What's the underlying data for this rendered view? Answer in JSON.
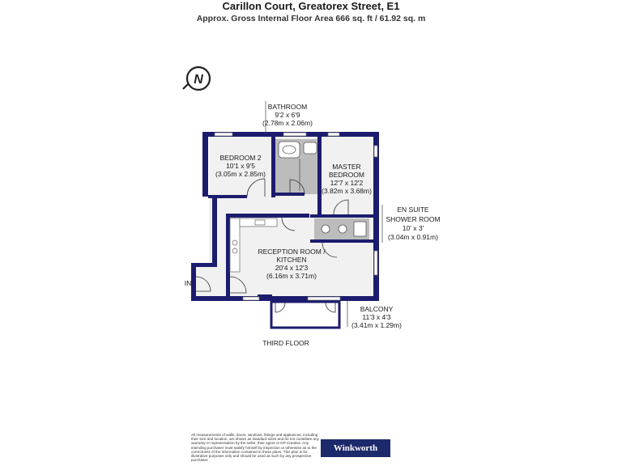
{
  "header": {
    "title": "Carillon Court, Greatorex Street, E1",
    "subtitle": "Approx. Gross Internal Floor Area 666 sq. ft / 61.92 sq. m"
  },
  "compass": {
    "letter": "N"
  },
  "rooms": {
    "bathroom": {
      "name": "BATHROOM",
      "imperial": "9'2 x 6'9",
      "metric": "(2.78m x 2.06m)"
    },
    "bedroom2": {
      "name": "BEDROOM 2",
      "imperial": "10'1 x 9'5",
      "metric": "(3.05m x 2.85m)"
    },
    "master": {
      "name1": "MASTER",
      "name2": "BEDROOM",
      "imperial": "12'7 x 12'2",
      "metric": "(3.82m x 3.68m)"
    },
    "ensuite": {
      "name1": "EN SUITE",
      "name2": "SHOWER ROOM",
      "imperial": "10' x 3'",
      "metric": "(3.04m x 0.91m)"
    },
    "reception": {
      "name1": "RECEPTION ROOM /",
      "name2": "KITCHEN",
      "imperial": "20'4 x 12'3",
      "metric": "(6.16m x 3.71m)"
    },
    "balcony": {
      "name": "BALCONY",
      "imperial": "11'3 x 4'3",
      "metric": "(3.41m x 1.29m)"
    }
  },
  "entrance_label": "IN",
  "floor_label": "THIRD FLOOR",
  "disclaimer": "All measurements of walls, doors, windows, fittings and appliances, including their size and location, are shown as standard sizes and do not constitute any warranty or representation by the seller, their agent or DP Creative. Any intending purchaser must satisfy himself by inspection or otherwise as to the correctness of the information contained in these plans. This plan is for illustrative purposes only and should be used as such by any prospective purchaser.",
  "brand": "Winkworth",
  "colors": {
    "walls": "#1c1c6e",
    "floor": "#f1f1f1",
    "wet_area": "#bcbcbc",
    "brand": "#1c2a6b"
  }
}
